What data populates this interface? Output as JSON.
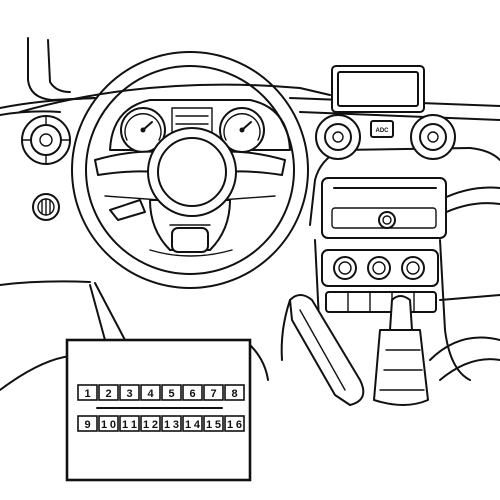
{
  "center_console": {
    "badge_label": "ADC"
  },
  "connector": {
    "top_row": [
      "1",
      "2",
      "3",
      "4",
      "5",
      "6",
      "7",
      "8"
    ],
    "bottom_row": [
      "9",
      "10",
      "11",
      "12",
      "13",
      "14",
      "15",
      "16"
    ]
  }
}
